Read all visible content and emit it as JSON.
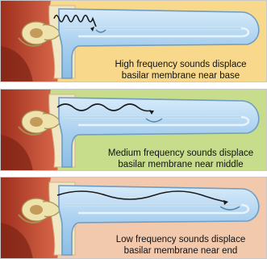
{
  "panels": [
    {
      "id": "high",
      "caption_line1": "High frequency sounds displace",
      "caption_line2": "basilar membrane near base",
      "background": "#f8d98c"
    },
    {
      "id": "medium",
      "caption_line1": "Medium frequency sounds displace",
      "caption_line2": "basilar membrane near middle",
      "background": "#c7dd8c"
    },
    {
      "id": "low",
      "caption_line1": "Low frequency sounds displace",
      "caption_line2": "basilar membrane near end",
      "background": "#f3c9ae"
    }
  ],
  "colors": {
    "cochlea_fluid": "#b8d8f2",
    "cochlea_border": "#6f9cc2",
    "tissue": "#c4482e",
    "ossicle": "#eadfa8",
    "wave": "#1a1a1a"
  }
}
